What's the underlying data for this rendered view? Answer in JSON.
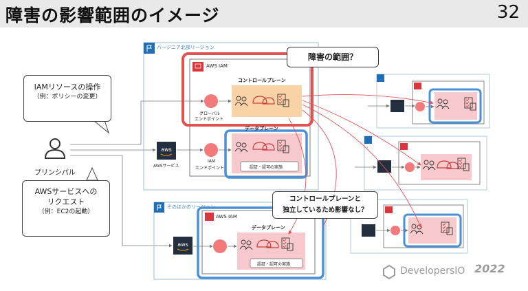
{
  "slide": {
    "title": "障害の影響範囲のイメージ",
    "page_number": "32"
  },
  "principal": {
    "label": "プリンシパル",
    "callout_iam": [
      "IAMリソースの操作",
      "（例：ポリシーの変更）"
    ],
    "callout_aws": [
      "AWSサービスへの",
      "リクエスト",
      "（例：EC2の起動）"
    ]
  },
  "region_virginia": {
    "label": "バージニア北部リージョン",
    "aws_iam": "AWS IAM",
    "control_plane": "コントロールプレーン",
    "data_plane": "データプレーン",
    "global_endpoint": [
      "グローバル",
      "エンドポイント"
    ],
    "iam_endpoint": [
      "IAM",
      "エンドポイント"
    ],
    "aws_service_label": "AWSサービス",
    "auth": "認証・認可の実施"
  },
  "region_other": {
    "label": "そのほかのリージョン",
    "aws_iam": "AWS IAM",
    "data_plane": "データプレーン",
    "auth": "認証・認可の実施"
  },
  "question_callout": "障害の範囲？",
  "independent_callout": [
    "コントロールプレーンと",
    "独立しているため影響なし？"
  ],
  "aws_logo_text": "aws",
  "footer": {
    "brand": "DevelopersIO",
    "year": "2022"
  },
  "colors": {
    "red_highlight": "#e35151",
    "blue_highlight": "#4a90d9",
    "control_plane_fill": "#f9d3a6",
    "data_plane_fill": "#f7c9cc",
    "region_border": "#a9c9e6",
    "aws_dark": "#232f3e"
  },
  "icons": [
    "user-icon",
    "aws-logo-icon",
    "region-flag-icon",
    "iam-icon",
    "endpoint-circle-icon",
    "users-icon",
    "helmet-icon",
    "checklist-icon"
  ]
}
